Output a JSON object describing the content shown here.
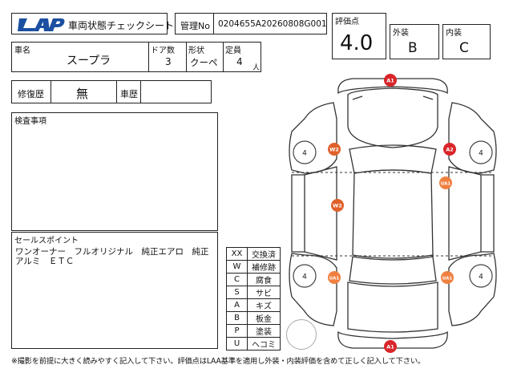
{
  "header": {
    "logo_text": "LAP",
    "form_title": "車両状態チェックシート",
    "mgmt_label": "管理No",
    "mgmt_no": "0204655A20260808G001"
  },
  "grades": {
    "score_label": "評価点",
    "score": "4.0",
    "exterior_label": "外装",
    "exterior": "B",
    "interior_label": "内装",
    "interior": "C"
  },
  "vehicle": {
    "name_label": "車名",
    "name": "スープラ",
    "doors_label": "ドア数",
    "doors": "3",
    "body_label": "形状",
    "body": "クーペ",
    "capacity_label": "定員",
    "capacity": "4",
    "capacity_unit": "人"
  },
  "history": {
    "repair_label": "修復歴",
    "repair": "無",
    "car_history_label": "車歴",
    "car_history": ""
  },
  "inspection": {
    "label": "検査事項",
    "text": ""
  },
  "sales_points": {
    "label": "セールスポイント",
    "line1": "ワンオーナー　フルオリジナル　純正エアロ　純正",
    "line2": "アルミ　ＥＴＣ"
  },
  "legend": [
    {
      "code": "XX",
      "meaning": "交換済"
    },
    {
      "code": "W",
      "meaning": "補修跡"
    },
    {
      "code": "C",
      "meaning": "腐食"
    },
    {
      "code": "S",
      "meaning": "サビ"
    },
    {
      "code": "A",
      "meaning": "キズ"
    },
    {
      "code": "B",
      "meaning": "板金"
    },
    {
      "code": "P",
      "meaning": "塗装"
    },
    {
      "code": "U",
      "meaning": "ヘコミ"
    }
  ],
  "diagram": {
    "tire_label": "4",
    "markers": [
      {
        "id": "front-bumper",
        "text": "A1",
        "color": "#d9252a"
      },
      {
        "id": "left-front-fender",
        "text": "W2",
        "color": "#e0602a"
      },
      {
        "id": "right-front-fender",
        "text": "A2",
        "color": "#d9252a"
      },
      {
        "id": "right-front-door",
        "text": "UA1",
        "color": "#f08040"
      },
      {
        "id": "roof",
        "text": "W2",
        "color": "#e0602a"
      },
      {
        "id": "left-rear-quarter",
        "text": "UA1",
        "color": "#f08040"
      },
      {
        "id": "right-rear-quarter",
        "text": "UA1",
        "color": "#f08040"
      },
      {
        "id": "rear-bumper",
        "text": "A1",
        "color": "#d9252a"
      }
    ]
  },
  "footer": {
    "note": "※撮影を前提に大きく読みやすく記入して下さい。評価点はLAA基準を適用し外装・内装評価を含めて正しく記入して下さい。"
  },
  "colors": {
    "logo_blue": "#1b4fa0",
    "border": "#222222"
  }
}
